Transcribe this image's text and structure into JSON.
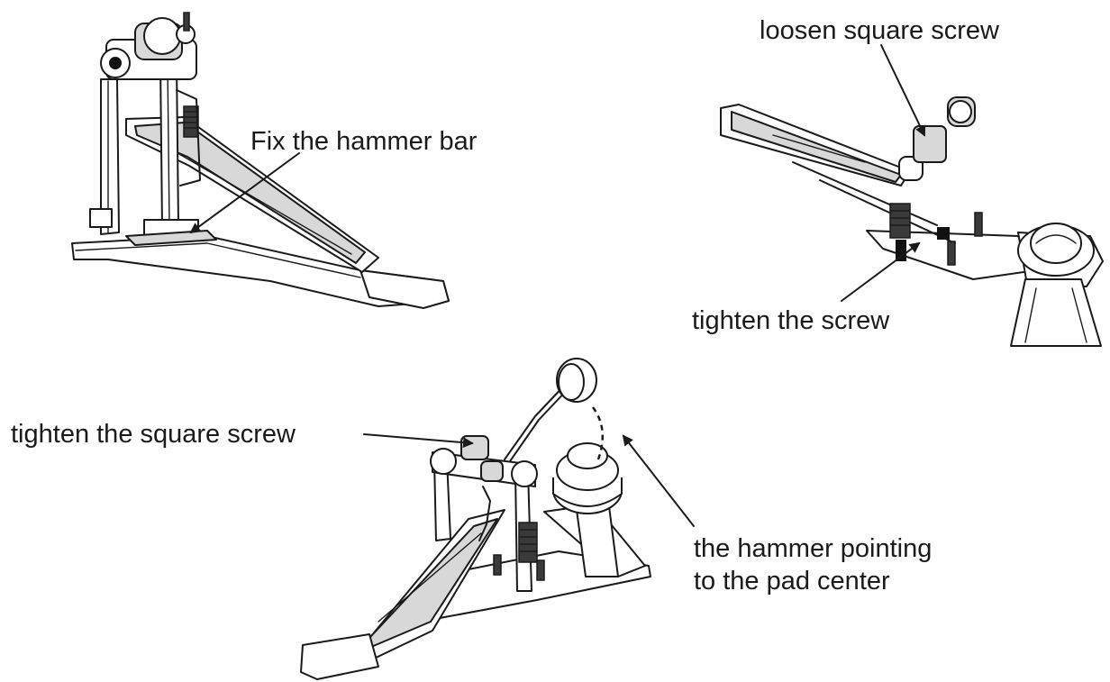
{
  "annotations": {
    "fix_hammer_bar": "Fix the hammer bar",
    "loosen_square_screw": "loosen square screw",
    "tighten_the_screw": "tighten the screw",
    "tighten_square_screw": "tighten the square screw",
    "hammer_pointing_line1": "the hammer pointing",
    "hammer_pointing_line2": "to the pad center"
  },
  "icons": [
    "kick-pedal-side-view-icon",
    "kick-pedal-top-view-icon",
    "kick-pedal-with-pad-icon"
  ],
  "colors": {
    "ink": "#1a1a1a",
    "background": "#ffffff"
  }
}
